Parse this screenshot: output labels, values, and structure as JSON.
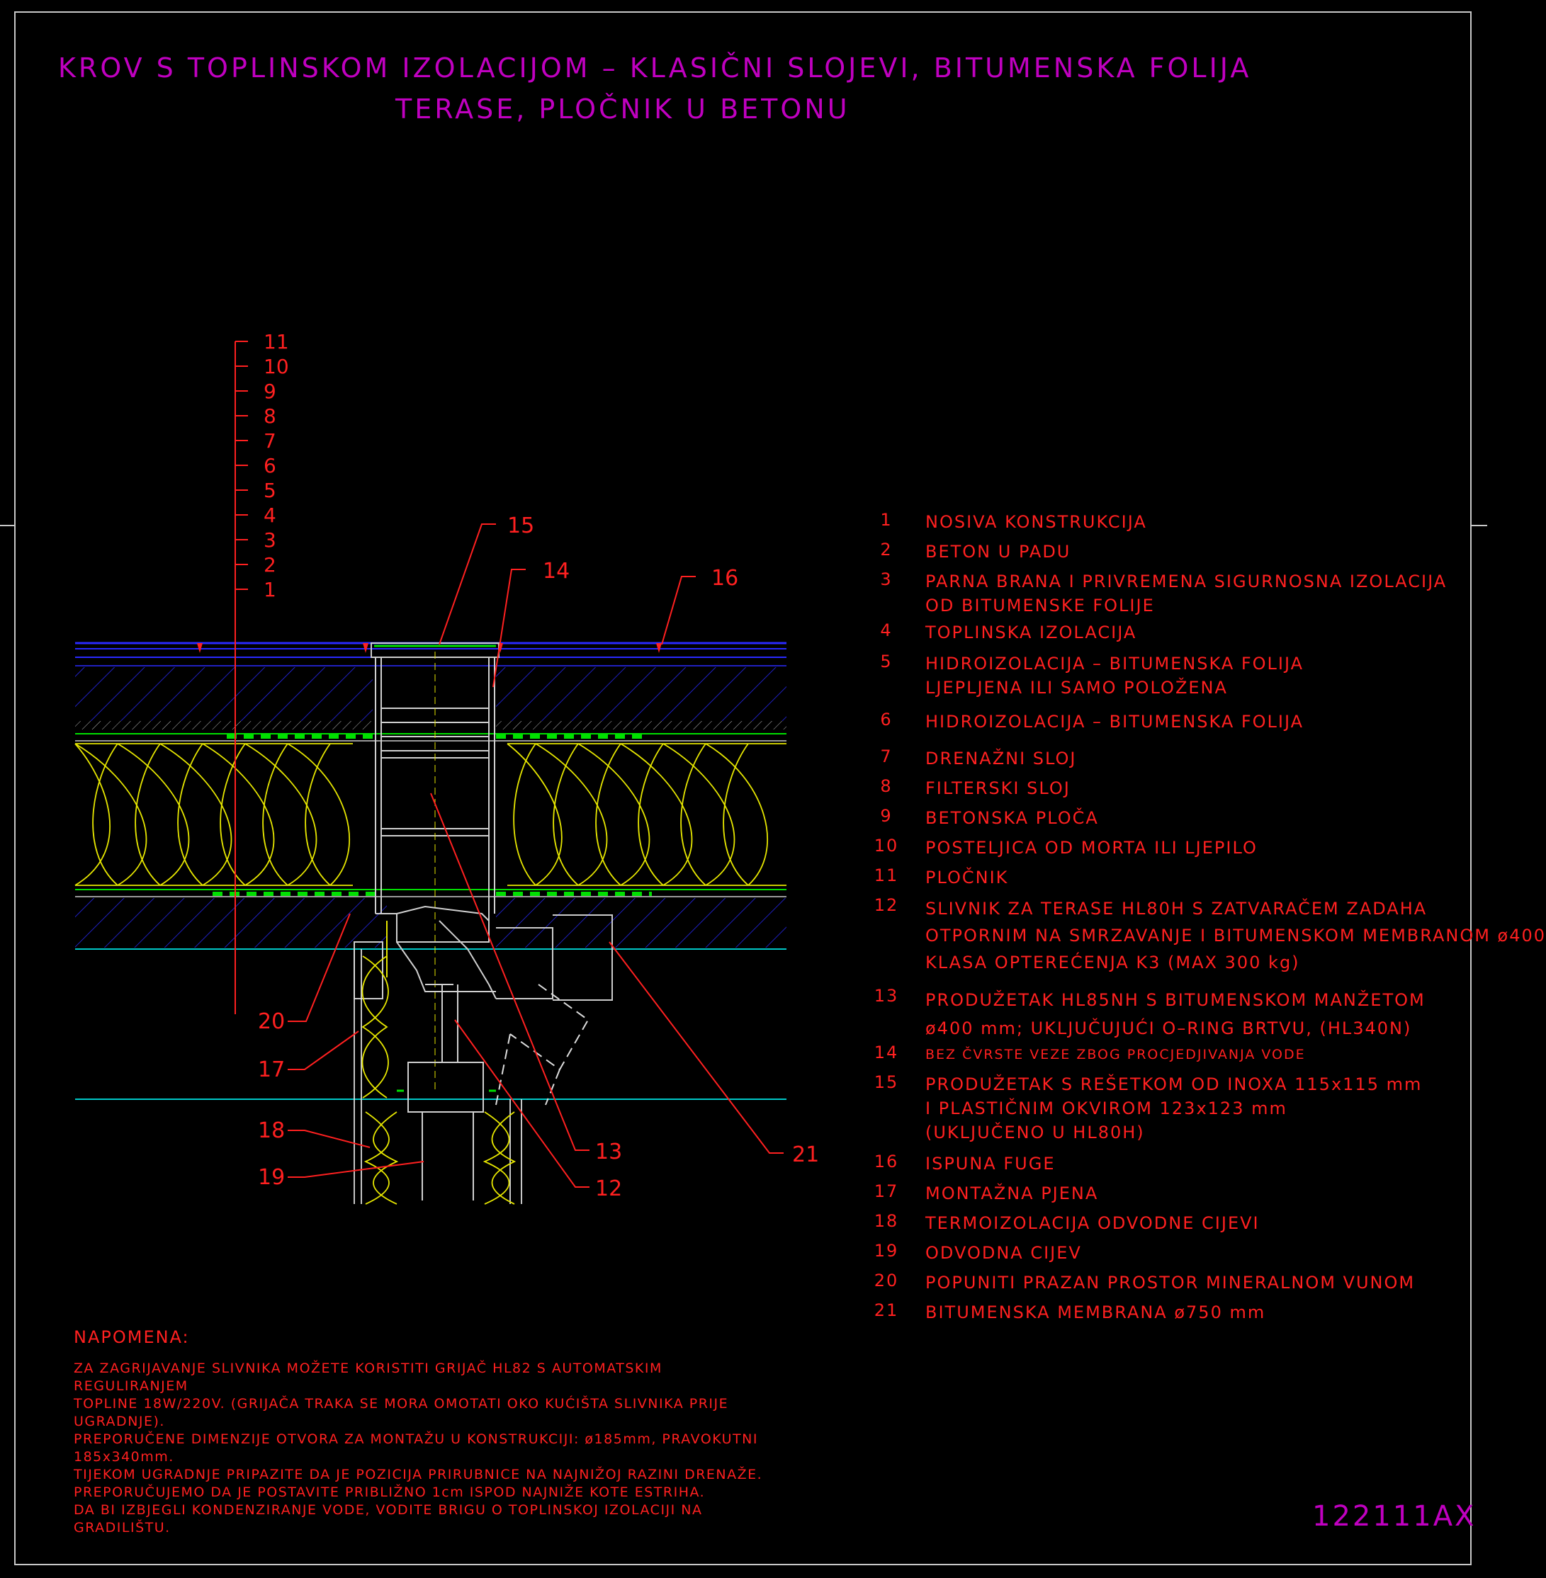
{
  "title": {
    "line1": "KROV S TOPLINSKOM IZOLACIJOM – KLASIČNI SLOJEVI, BITUMENSKA FOLIJA",
    "line2": "TERASE, PLOČNIK U BETONU"
  },
  "drawing_code": "122111AX",
  "scale_labels": [
    "11",
    "10",
    "9",
    "8",
    "7",
    "6",
    "5",
    "4",
    "3",
    "2",
    "1"
  ],
  "callouts": [
    "15",
    "14",
    "16",
    "20",
    "17",
    "18",
    "19",
    "13",
    "12",
    "21"
  ],
  "legend": [
    {
      "num": "1",
      "lines": [
        "NOSIVA KONSTRUKCIJA"
      ]
    },
    {
      "num": "2",
      "lines": [
        "BETON U PADU"
      ]
    },
    {
      "num": "3",
      "lines": [
        "PARNA BRANA I PRIVREMENA SIGURNOSNA IZOLACIJA",
        "OD BITUMENSKE FOLIJE"
      ]
    },
    {
      "num": "4",
      "lines": [
        "TOPLINSKA IZOLACIJA"
      ]
    },
    {
      "num": "5",
      "lines": [
        "HIDROIZOLACIJA – BITUMENSKA FOLIJA",
        "LJEPLJENA ILI SAMO POLOŽENA"
      ]
    },
    {
      "num": "6",
      "lines": [
        "HIDROIZOLACIJA – BITUMENSKA FOLIJA"
      ]
    },
    {
      "num": "7",
      "lines": [
        "DRENAŽNI SLOJ"
      ]
    },
    {
      "num": "8",
      "lines": [
        "FILTERSKI SLOJ"
      ]
    },
    {
      "num": "9",
      "lines": [
        "BETONSKA PLOČA"
      ]
    },
    {
      "num": "10",
      "lines": [
        "POSTELJICA OD MORTA ILI LJEPILO"
      ]
    },
    {
      "num": "11",
      "lines": [
        "PLOČNIK"
      ]
    },
    {
      "num": "12",
      "lines": [
        "SLIVNIK ZA TERASE HL80H S ZATVARAČEM ZADAHA",
        "OTPORNIM NA SMRZAVANJE I BITUMENSKOM MEMBRANOM ø400",
        "KLASA OPTEREĆENJA K3 (MAX 300 kg)"
      ]
    },
    {
      "num": "13",
      "lines": [
        "PRODUŽETAK HL85NH S BITUMENSKOM MANŽETOM",
        "ø400 mm; UKLJUČUJUĆI O–RING BRTVU, (HL340N)"
      ]
    },
    {
      "num": "14",
      "lines": [
        "BEZ ČVRSTE VEZE ZBOG PROCJEDJIVANJA VODE"
      ]
    },
    {
      "num": "15",
      "lines": [
        "PRODUŽETAK S REŠETKOM OD INOXA 115x115 mm",
        "I PLASTIČNIM OKVIROM 123x123 mm",
        "(UKLJUČENO U HL80H)"
      ]
    },
    {
      "num": "16",
      "lines": [
        "ISPUNA FUGE"
      ]
    },
    {
      "num": "17",
      "lines": [
        "MONTAŽNA PJENA"
      ]
    },
    {
      "num": "18",
      "lines": [
        "TERMOIZOLACIJA ODVODNE CIJEVI"
      ]
    },
    {
      "num": "19",
      "lines": [
        "ODVODNA CIJEV"
      ]
    },
    {
      "num": "20",
      "lines": [
        "POPUNITI PRAZAN PROSTOR MINERALNOM VUNOM"
      ]
    },
    {
      "num": "21",
      "lines": [
        "BITUMENSKA MEMBRANA ø750 mm"
      ]
    }
  ],
  "note": {
    "title": "NAPOMENA:",
    "lines": [
      "ZA ZAGRIJAVANJE SLIVNIKA MOŽETE KORISTITI GRIJAČ HL82 S AUTOMATSKIM REGULIRANJEM",
      "TOPLINE 18W/220V. (GRIJAČA TRAKA SE MORA OMOTATI OKO KUĆIŠTA SLIVNIKA PRIJE",
      "UGRADNJE).",
      "PREPORUČENE DIMENZIJE OTVORA ZA MONTAŽU U KONSTRUKCIJI: ø185mm, PRAVOKUTNI",
      "185x340mm.",
      "TIJEKOM UGRADNJE PRIPAZITE DA JE POZICIJA PRIRUBNICE NA NAJNIŽOJ RAZINI DRENAŽE.",
      "PREPORUČUJEMO DA JE POSTAVITE PRIBLIŽNO 1cm ISPOD NAJNIŽE KOTE ESTRIHA.",
      "DA BI IZBJEGLI KONDENZIRANJE VODE, VODITE BRIGU O TOPLINSKOJ IZOLACIJI NA",
      "GRADILIŠTU."
    ]
  },
  "colors": {
    "background": "#000000",
    "title": "#c000c0",
    "text": "#ff2020",
    "frame": "#c8c8c8",
    "layer_blue": "#2a2aff",
    "insulation": "#e6e600",
    "membrane": "#00e000",
    "concrete_line": "#00c8c8"
  }
}
